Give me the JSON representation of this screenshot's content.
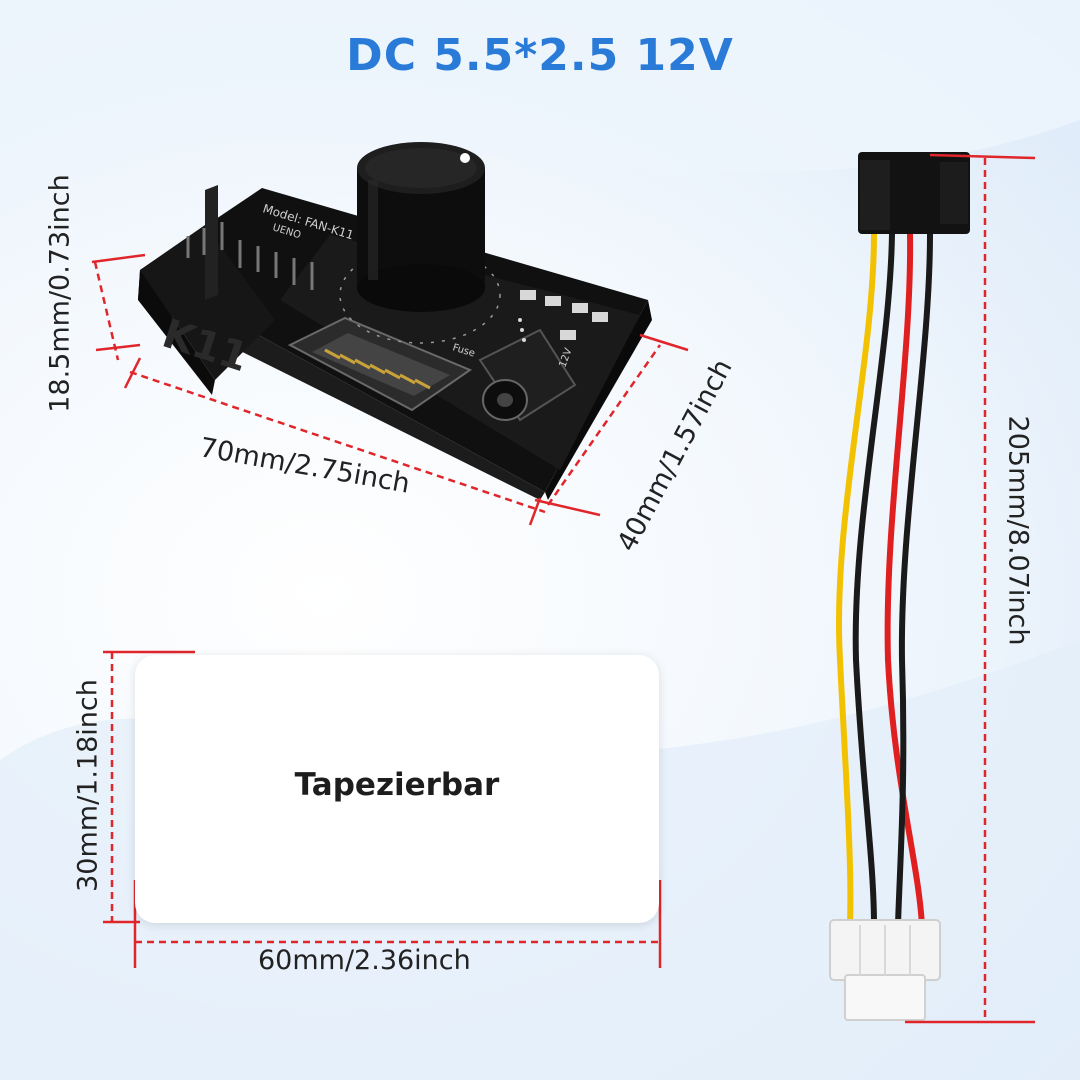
{
  "title": {
    "text": "DC 5.5*2.5 12V",
    "color": "#2a7ad8"
  },
  "dimensions": {
    "height_board": "18.5mm/0.73inch",
    "length_board": "70mm/2.75inch",
    "width_board": "40mm/1.57inch",
    "cable_length": "205mm/8.07inch",
    "label_height": "30mm/1.18inch",
    "label_width": "60mm/2.36inch"
  },
  "label_card": {
    "text": "Tapezierbar"
  },
  "board": {
    "model_text": "Model: FAN-K11",
    "brand_text": "UENO",
    "case_mark": "K11",
    "fuse_text": "Fuse",
    "power_text": "12V"
  },
  "colors": {
    "dimension_line": "#e0262b",
    "wire_yellow": "#f2c200",
    "wire_black": "#1a1a1a",
    "wire_red": "#e02020",
    "board_body": "#111111",
    "connector_white": "#f4f4f4"
  }
}
